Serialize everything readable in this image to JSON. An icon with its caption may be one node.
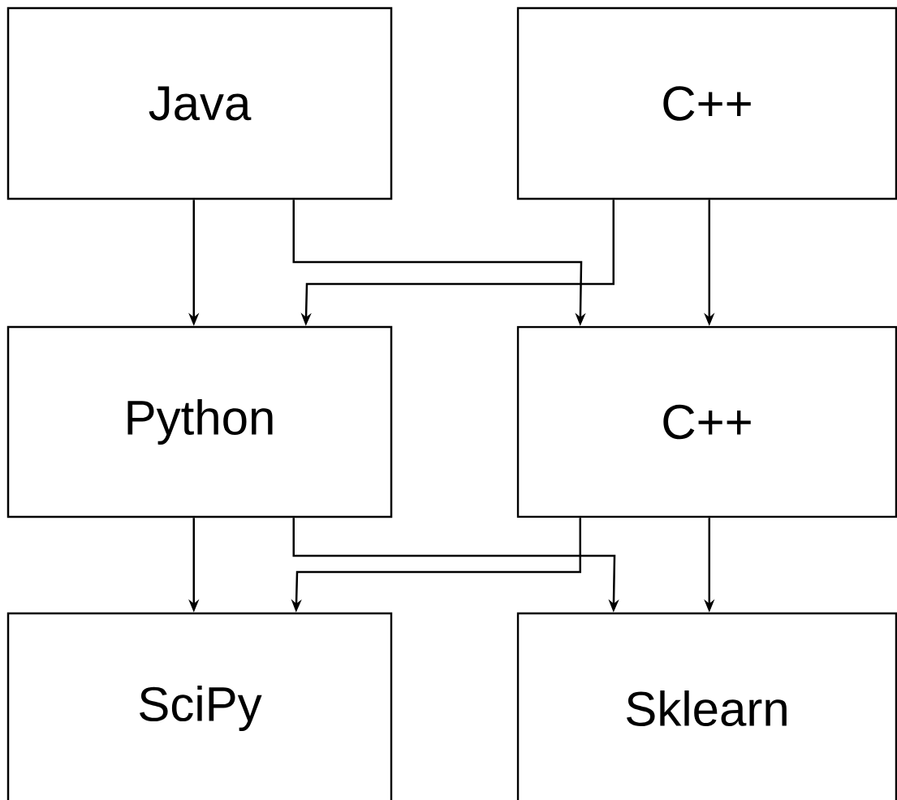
{
  "diagram": {
    "nodes": [
      {
        "text": [
          "Java"
        ]
      },
      {
        "text": [
          "C++"
        ]
      },
      {
        "text": [
          "Python"
        ]
      },
      {
        "text": [
          "C++"
        ]
      },
      {
        "text": [
          "SciPy"
        ]
      },
      {
        "text": [
          "Sklearn"
        ]
      }
    ],
    "edges": [
      {
        "from": 0,
        "to": 2,
        "arrow": "to"
      },
      {
        "from": 0,
        "to": 3,
        "arrow": "to"
      },
      {
        "from": 1,
        "to": 2,
        "arrow": "to"
      },
      {
        "from": 1,
        "to": 3,
        "arrow": "to"
      },
      {
        "from": 2,
        "to": 4,
        "arrow": "to"
      },
      {
        "from": 2,
        "to": 5,
        "arrow": "to"
      },
      {
        "from": 3,
        "to": 4,
        "arrow": "to"
      },
      {
        "from": 3,
        "to": 5,
        "arrow": "to"
      }
    ]
  }
}
